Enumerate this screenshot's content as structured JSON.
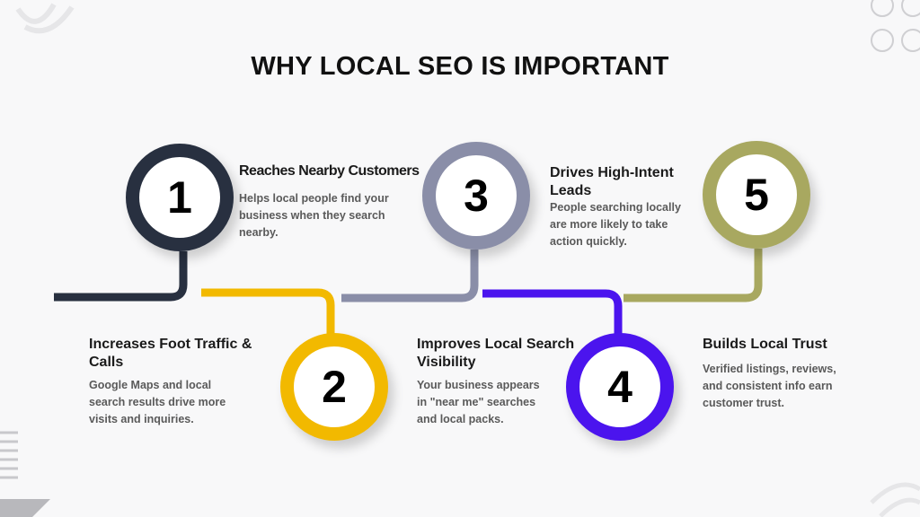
{
  "title": "WHY LOCAL SEO IS IMPORTANT",
  "steps": [
    {
      "number": "1",
      "title": "Reaches Nearby Customers",
      "description": "Helps local people find your business when they search nearby.",
      "color": "#283040"
    },
    {
      "number": "2",
      "title": "Increases Foot Traffic & Calls",
      "description": "Google Maps and local search results drive more visits and inquiries.",
      "color": "#f2b900"
    },
    {
      "number": "3",
      "title": "Drives High-Intent Leads",
      "description": "People searching locally are more likely to take action quickly.",
      "color": "#8a8ea8"
    },
    {
      "number": "4",
      "title": "Improves Local Search Visibility",
      "description": "Your business appears in \"near me\" searches and local packs.",
      "color": "#4b14ee"
    },
    {
      "number": "5",
      "title": "Builds Local Trust",
      "description": "Verified listings, reviews, and consistent info earn customer trust.",
      "color": "#a8a860"
    }
  ]
}
